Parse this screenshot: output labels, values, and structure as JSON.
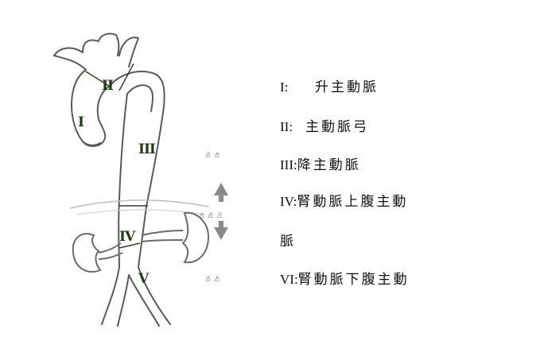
{
  "diagram": {
    "segments": [
      {
        "id": "I",
        "label": "I"
      },
      {
        "id": "II",
        "label": "II"
      },
      {
        "id": "III",
        "label": "III"
      },
      {
        "id": "IV",
        "label": "IV"
      },
      {
        "id": "V",
        "label": "V"
      }
    ],
    "side_marks": {
      "top": "占 占",
      "middle": "占 占 占",
      "bottom": "占 占"
    }
  },
  "legend": [
    {
      "code": "I:",
      "name": "升主動脈"
    },
    {
      "code": "II:",
      "name": "主動脈弓"
    },
    {
      "code": "III:",
      "name": "降主動脈"
    },
    {
      "code": "IV:",
      "name": "腎動脈上腹主動"
    },
    {
      "code": "",
      "name": "脈"
    },
    {
      "code": "VI:",
      "name": "腎動脈下腹主動"
    }
  ],
  "colors": {
    "outline": "#5a5a5a",
    "label": "#1f3b12",
    "arrow": "#888888"
  }
}
